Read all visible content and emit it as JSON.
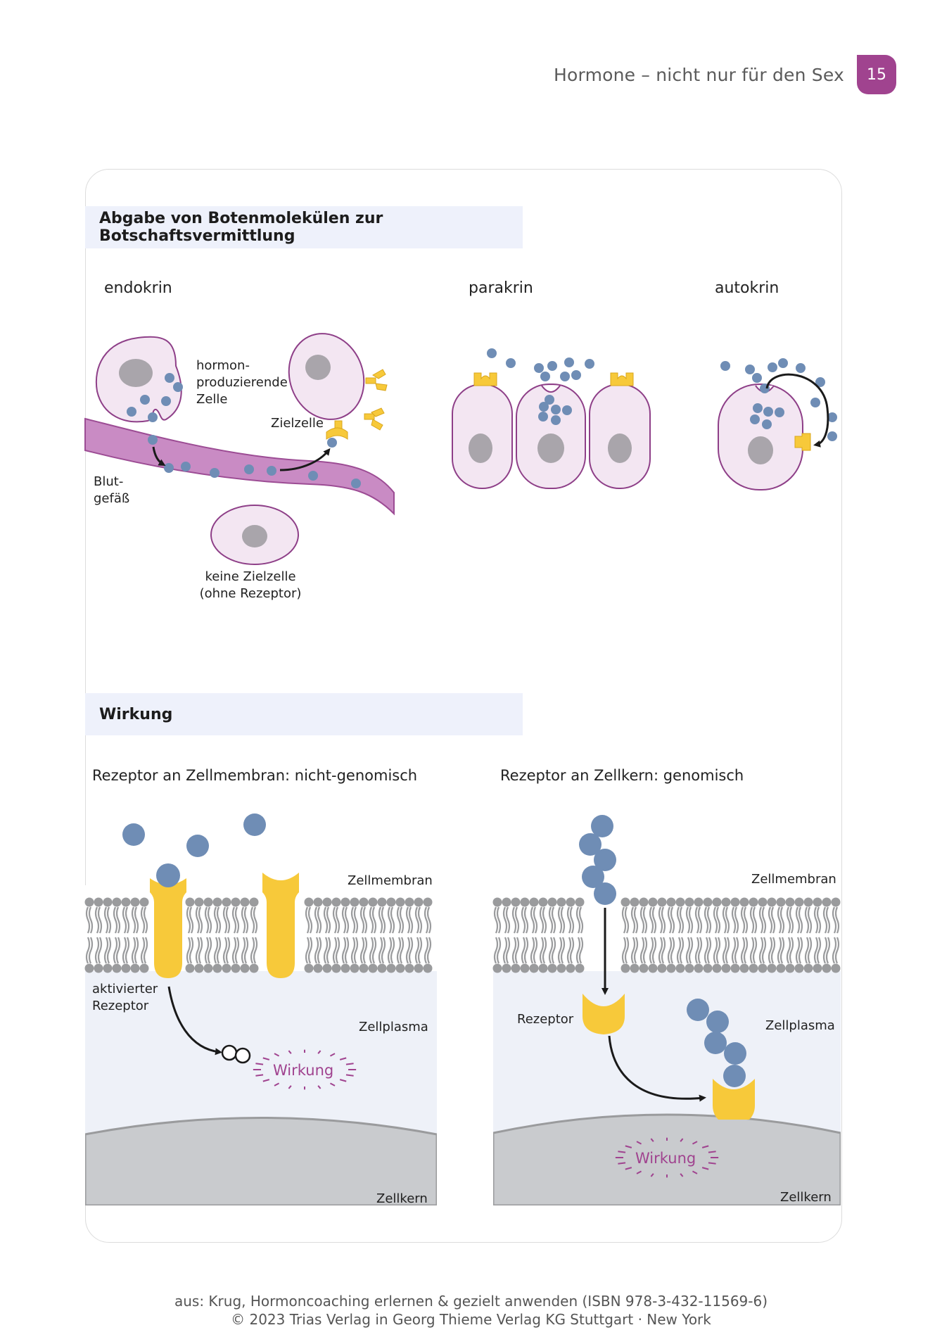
{
  "running_head": {
    "title": "Hormone – nicht nur für den Sex",
    "page_number": "15"
  },
  "section1": {
    "heading": "Abgabe von Botenmolekülen zur Botschaftsvermittlung",
    "endokrin": {
      "title": "endokrin",
      "label_producing_line1": "hormon-",
      "label_producing_line2": "produzierende",
      "label_producing_line3": "Zelle",
      "label_target": "Zielzelle",
      "label_blood_line1": "Blut-",
      "label_blood_line2": "gefäß",
      "label_no_target_line1": "keine Zielzelle",
      "label_no_target_line2": "(ohne Rezeptor)"
    },
    "parakrin": {
      "title": "parakrin"
    },
    "autokrin": {
      "title": "autokrin"
    }
  },
  "section2": {
    "heading": "Wirkung",
    "left": {
      "title": "Rezeptor an Zellmembran: nicht-genomisch",
      "label_membrane": "Zellmembran",
      "label_activated_line1": "aktivierter",
      "label_activated_line2": "Rezeptor",
      "label_plasma": "Zellplasma",
      "label_effect": "Wirkung",
      "label_nucleus": "Zellkern"
    },
    "right": {
      "title": "Rezeptor an Zellkern: genomisch",
      "label_membrane": "Zellmembran",
      "label_receptor": "Rezeptor",
      "label_plasma": "Zellplasma",
      "label_effect": "Wirkung",
      "label_nucleus": "Zellkern"
    }
  },
  "footer": {
    "line1": "aus: Krug, Hormoncoaching erlernen & gezielt anwenden (ISBN 978-3-432-11569-6)",
    "line2": "© 2023 Trias Verlag in Georg Thieme Verlag KG Stuttgart · New York"
  },
  "colors": {
    "accent_purple": "#a0438f",
    "cell_fill": "#f3e6f2",
    "cell_stroke": "#8e3f88",
    "nucleus_grey": "#a9a5ab",
    "molecule_blue": "#6f8db5",
    "receptor_yellow": "#f7c93a",
    "vessel_purple": "#c98bc4",
    "header_bg": "#eef1fb",
    "membrane_grey": "#9a9b9d",
    "plasma_bg": "#eef1f8",
    "nucleus_bg": "#c9cbce"
  }
}
